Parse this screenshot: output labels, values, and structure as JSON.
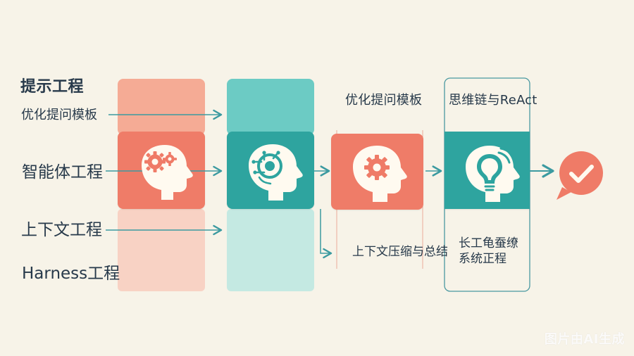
{
  "labels": {
    "prompt_engineering": "提示工程",
    "optimize_prompt_template_left": "优化提问模板",
    "agent_engineering": "智能体工程",
    "context_engineering": "上下文工程",
    "harness_engineering": "Harness工程",
    "optimize_prompt_template_top": "优化提问模板",
    "chain_of_thought_react": "思维链与ReAct",
    "context_compression_summary": "上下文压缩与总结",
    "long_term_memory_system_engineering": "长工龟蚕缭 系统正程"
  },
  "watermark": "图片由AI生成",
  "colors": {
    "background": "#f7f3e8",
    "coral": "#ef7b67",
    "teal": "#2da49f",
    "light_teal": "#8fd6d1",
    "line_teal": "#3b9aa0",
    "text_navy": "#27394a",
    "cream": "#fffaf0"
  },
  "icons": {
    "gears_head": "head-gears-icon",
    "ai_head": "ai-head-icon",
    "gear_head": "head-gear-icon",
    "lightbulb_head": "head-lightbulb-icon",
    "check": "checkmark-icon"
  }
}
